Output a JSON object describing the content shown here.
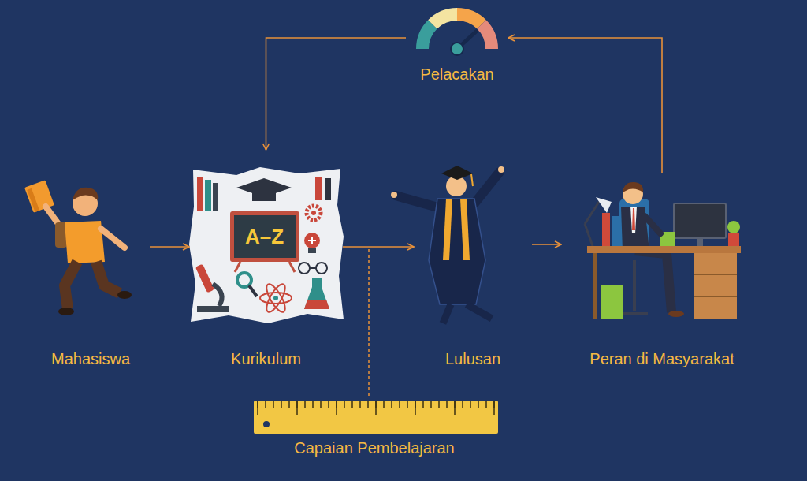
{
  "diagram": {
    "nodes": [
      {
        "text": [
          "Pelacakan"
        ]
      },
      {
        "text": [
          "Mahasiswa"
        ]
      },
      {
        "text": [
          "Kurikulum"
        ]
      },
      {
        "text": [
          "Lulusan"
        ]
      },
      {
        "text": [
          "Peran di Masyarakat"
        ]
      },
      {
        "text": [
          "Capaian Pembelajaran"
        ]
      }
    ],
    "edges": [
      {
        "from": 1,
        "to": 2,
        "arrow": "to"
      },
      {
        "from": 2,
        "to": 3,
        "arrow": "to"
      },
      {
        "from": 3,
        "to": 4,
        "arrow": "to"
      },
      {
        "from": 4,
        "to": 0,
        "arrow": "to"
      },
      {
        "from": 0,
        "to": 2,
        "arrow": "to"
      }
    ],
    "labels": [
      "A–Z"
    ]
  }
}
